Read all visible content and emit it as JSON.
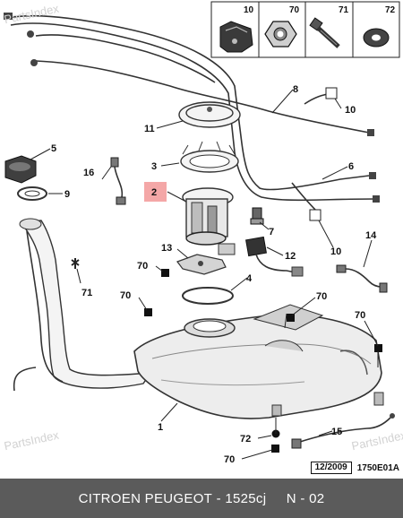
{
  "watermarks": [
    "PartsIndex",
    "PartsIndex",
    "PartsIndex"
  ],
  "header_parts": [
    {
      "num": "10",
      "icon": "clip-icon"
    },
    {
      "num": "70",
      "icon": "nut-icon"
    },
    {
      "num": "71",
      "icon": "bolt-icon"
    },
    {
      "num": "72",
      "icon": "washer-icon"
    }
  ],
  "callouts": {
    "c1": "1",
    "c2": "2",
    "c3": "3",
    "c4": "4",
    "c5": "5",
    "c6": "6",
    "c7": "7",
    "c8": "8",
    "c9": "9",
    "c10a": "10",
    "c10b": "10",
    "c11": "11",
    "c12": "12",
    "c13": "13",
    "c14": "14",
    "c15": "15",
    "c16": "16",
    "c70a": "70",
    "c70b": "70",
    "c70c": "70",
    "c70d": "70",
    "c70e": "70",
    "c71": "71",
    "c72": "72"
  },
  "highlight_color": "#f4a7a7",
  "ref_date": "12/2009",
  "ref_code": "1750E01A",
  "footer": {
    "brand": "CITROEN PEUGEOT",
    "separator": " - ",
    "part_number": "1525cj",
    "position": "N - 02"
  }
}
